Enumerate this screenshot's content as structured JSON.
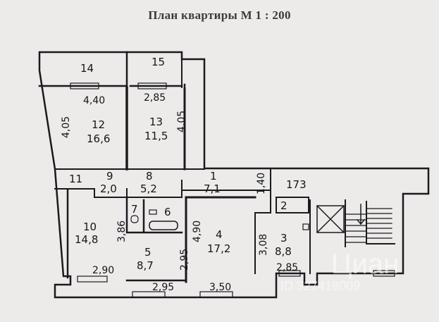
{
  "title": "План квартиры М 1 : 200",
  "watermark": {
    "brand": "Циан",
    "id": "ID 327418009"
  },
  "colors": {
    "background": "#ecebe9",
    "wall": "#1a1a1f",
    "text": "#151518"
  },
  "rooms": [
    {
      "id": "14",
      "number": "14"
    },
    {
      "id": "15",
      "number": "15"
    },
    {
      "id": "12",
      "number": "12",
      "area": "16,6"
    },
    {
      "id": "13",
      "number": "13",
      "area": "11,5"
    },
    {
      "id": "11",
      "number": "11"
    },
    {
      "id": "9",
      "number": "9",
      "area": "2,0"
    },
    {
      "id": "8",
      "number": "8",
      "area": "5,2"
    },
    {
      "id": "1",
      "number": "1",
      "area": "7,1"
    },
    {
      "id": "173",
      "number": "173"
    },
    {
      "id": "2",
      "number": "2"
    },
    {
      "id": "7",
      "number": "7"
    },
    {
      "id": "6",
      "number": "6"
    },
    {
      "id": "10",
      "number": "10",
      "area": "14,8"
    },
    {
      "id": "4",
      "number": "4",
      "area": "17,2"
    },
    {
      "id": "5",
      "number": "5",
      "area": "8,7"
    },
    {
      "id": "3",
      "number": "3",
      "area": "8,8"
    }
  ],
  "dimensions": {
    "room12_width": "4,40",
    "room13_width": "2,85",
    "room12_depth": "4,05",
    "room13_depth": "4,05",
    "room1_depth": "1,40",
    "room10_depth": "3,86",
    "room4_depth": "4,90",
    "room5_depth": "2,95",
    "room3_depth": "3,08",
    "room10_width": "2,90",
    "room5_width": "2,95",
    "room4_width": "3,50",
    "room3_width": "2,85"
  }
}
